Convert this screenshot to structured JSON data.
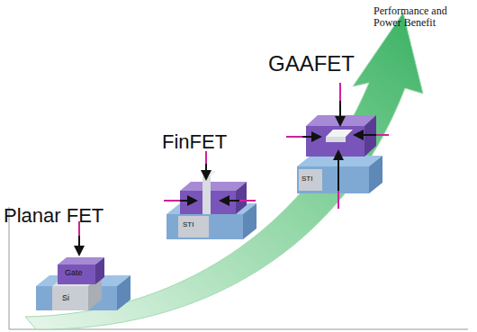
{
  "diagram": {
    "labels": [
      "Performance and Power Benefit",
      "GAAFET",
      "FinFET",
      "Planar FET",
      "Gate",
      "Si",
      "STI",
      "STI"
    ]
  }
}
